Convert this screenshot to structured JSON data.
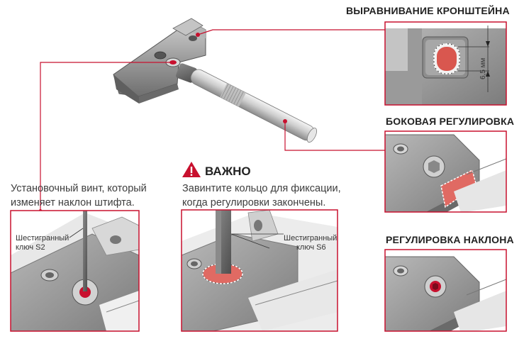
{
  "headings": {
    "bracket_alignment": "ВЫРАВНИВАНИЕ КРОНШТЕЙНА",
    "side_adjustment": "БОКОВАЯ РЕГУЛИРОВКА",
    "tilt_adjustment": "РЕГУЛИРОВКА НАКЛОНА"
  },
  "warning": {
    "title": "ВАЖНО",
    "line1": "Завинтите кольцо для фиксации,",
    "line2": "когда регулировки закончены."
  },
  "set_screw": {
    "line1": "Установочный винт, который",
    "line2": "изменяет наклон штифта."
  },
  "hex_key_s2": {
    "line1": "Шестигранный",
    "line2": "ключ S2"
  },
  "hex_key_s6": {
    "line1": "Шестигранный",
    "line2": "ключ S6"
  },
  "dimension": "6,5 мм",
  "colors": {
    "accent": "#c8102e",
    "frame": "#c8102e",
    "metal": "#9a9a9a"
  }
}
